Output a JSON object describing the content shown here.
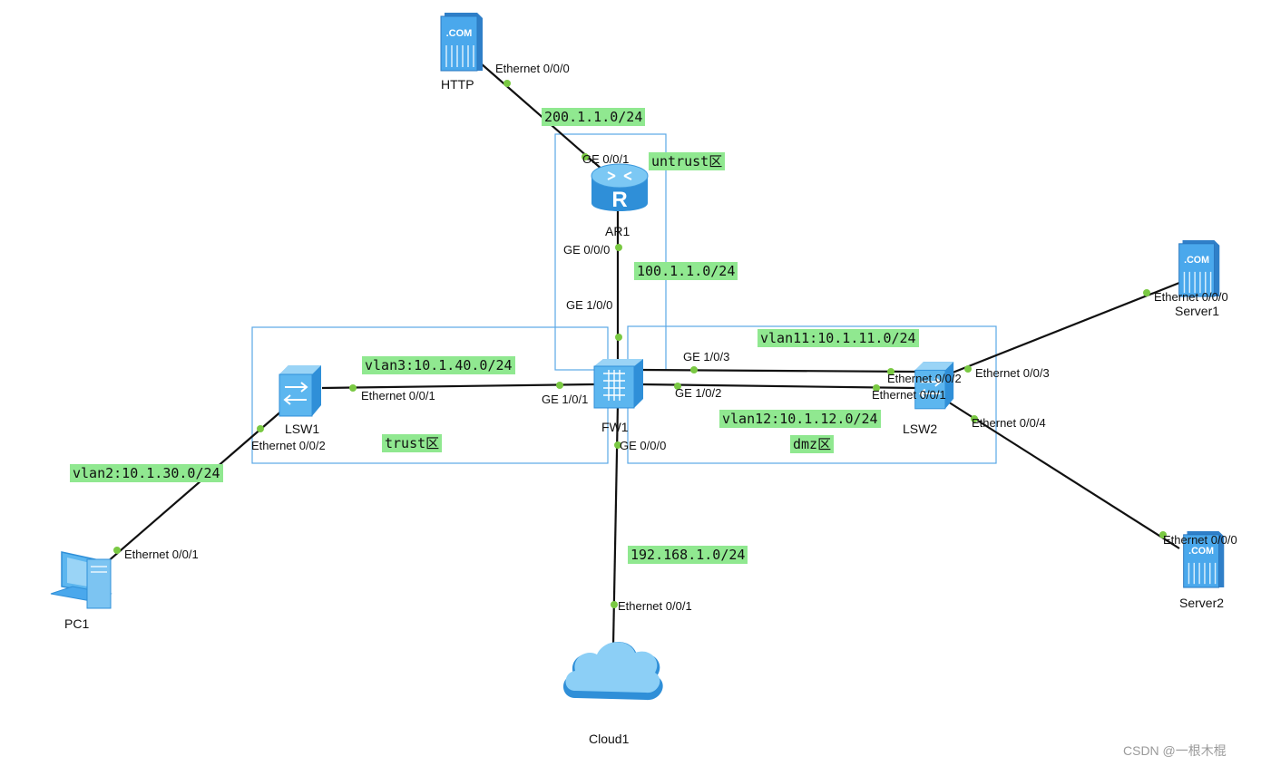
{
  "devices": {
    "http": "HTTP",
    "ar1": "AR1",
    "fw1": "FW1",
    "lsw1": "LSW1",
    "lsw2": "LSW2",
    "pc1": "PC1",
    "server1": "Server1",
    "server2": "Server2",
    "cloud1": "Cloud1"
  },
  "server_badge": ".COM",
  "router_letter": "R",
  "ports": {
    "http_e000": "Ethernet 0/0/0",
    "ar1_ge001": "GE 0/0/1",
    "ar1_ge000": "GE 0/0/0",
    "fw1_ge100": "GE 1/0/0",
    "fw1_ge101": "GE 1/0/1",
    "fw1_ge103": "GE 1/0/3",
    "fw1_ge102": "GE 1/0/2",
    "fw1_ge000": "GE 0/0/0",
    "lsw1_e001": "Ethernet 0/0/1",
    "lsw1_e002": "Ethernet 0/0/2",
    "pc1_e001": "Ethernet 0/0/1",
    "lsw2_e002": "Ethernet 0/0/2",
    "lsw2_e001": "Ethernet 0/0/1",
    "lsw2_e003": "Ethernet 0/0/3",
    "lsw2_e004": "Ethernet 0/0/4",
    "server1_e000": "Ethernet 0/0/0",
    "server2_e000": "Ethernet 0/0/0",
    "cloud_e001": "Ethernet 0/0/1"
  },
  "networks": {
    "n200": "200.1.1.0/24",
    "n100": "100.1.1.0/24",
    "vlan3": "vlan3:10.1.40.0/24",
    "vlan11": "vlan11:10.1.11.0/24",
    "vlan12": "vlan12:10.1.12.0/24",
    "vlan2": "vlan2:10.1.30.0/24",
    "n192": "192.168.1.0/24"
  },
  "zones": {
    "untrust": "untrust区",
    "trust": "trust区",
    "dmz": "dmz区"
  },
  "watermark": "CSDN @一根木棍",
  "colors": {
    "link": "#111111",
    "port_dot": "#7ac943",
    "zone_border": "#5aa8e6",
    "net_label_bg": "#90e890",
    "device_blue": "#3aa0e8"
  }
}
